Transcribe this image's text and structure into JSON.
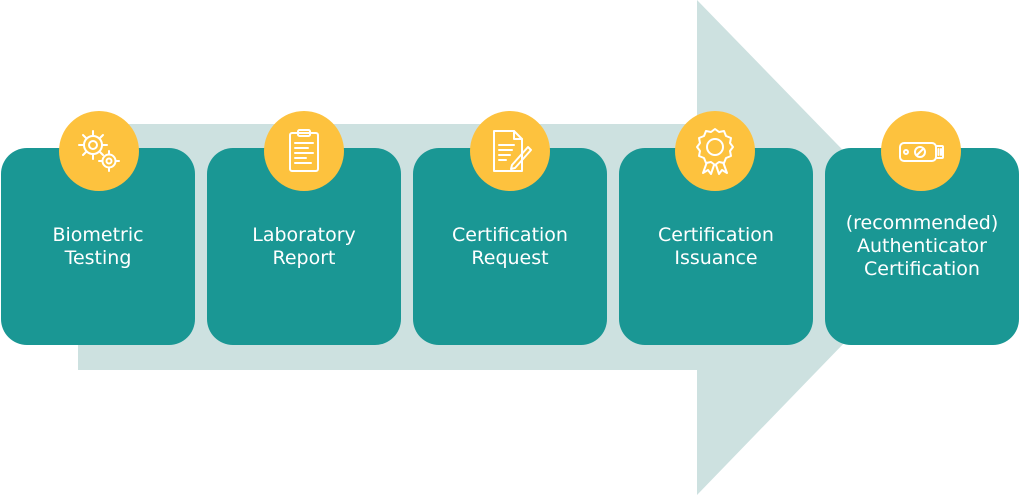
{
  "colors": {
    "arrow": "#cde1e0",
    "box": "#1a9794",
    "badge": "#fdc23e",
    "icon_stroke": "#ffffff",
    "text": "#ffffff"
  },
  "steps": [
    {
      "label": "Biometric\nTesting",
      "icon": "gears-icon"
    },
    {
      "label": "Laboratory\nReport",
      "icon": "clipboard-icon"
    },
    {
      "label": "Certification\nRequest",
      "icon": "document-pen-icon"
    },
    {
      "label": "Certification\nIssuance",
      "icon": "award-ribbon-icon"
    },
    {
      "label": "(recommended)\nAuthenticator\nCertification",
      "icon": "security-key-icon"
    }
  ]
}
